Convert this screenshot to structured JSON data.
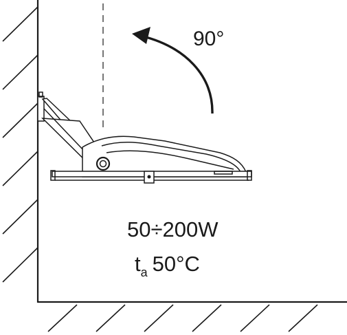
{
  "angle": {
    "label": "90°"
  },
  "specs": {
    "power": "50÷200W",
    "temp_symbol": "t",
    "temp_subscript": "a",
    "temp_value": "50°C"
  },
  "colors": {
    "line": "#1a1a1a",
    "background": "#ffffff"
  },
  "icons": {
    "rotation": "curved-arrow-icon",
    "fixture": "floodlight-icon"
  }
}
